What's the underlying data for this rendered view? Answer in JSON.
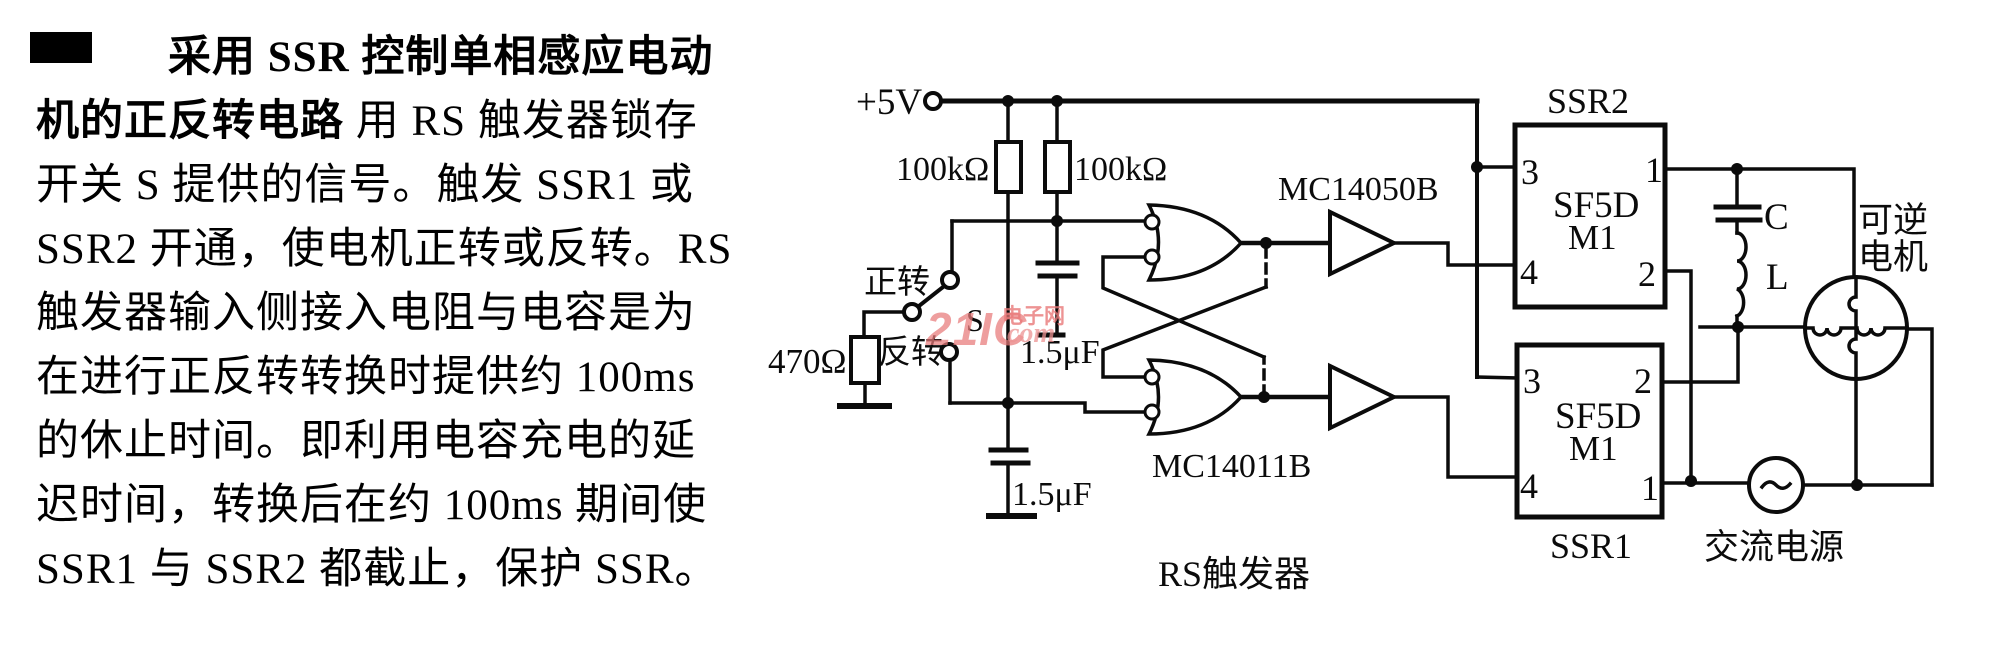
{
  "article": {
    "lines": [
      {
        "bold": "采用 SSR 控制单相感应电动",
        "normal": ""
      },
      {
        "bold": "机的正反转电路",
        "normal": "  用 RS 触发器锁存"
      },
      {
        "bold": "",
        "normal": "开关 S 提供的信号。触发 SSR1 或"
      },
      {
        "bold": "",
        "normal": "SSR2 开通，使电机正转或反转。RS"
      },
      {
        "bold": "",
        "normal": "触发器输入侧接入电阻与电容是为"
      },
      {
        "bold": "",
        "normal": "在进行正反转转换时提供约 100ms"
      },
      {
        "bold": "",
        "normal": "的休止时间。即利用电容充电的延"
      },
      {
        "bold": "",
        "normal": "迟时间，转换后在约 100ms 期间使"
      },
      {
        "bold": "",
        "normal": "SSR1 与 SSR2 都截止，保护 SSR。"
      }
    ]
  },
  "circuit": {
    "supply_label": "+5V",
    "pullup_resistor_1": "100kΩ",
    "pullup_resistor_2": "100kΩ",
    "series_resistor": "470Ω",
    "cap1_label": "1.5μF",
    "cap2_label": "1.5μF",
    "switch_forward": "正转",
    "switch_reverse": "反转",
    "switch_name": "S",
    "buffer_ic": "MC14050B",
    "gate_ic": "MC14011B",
    "caption": "RS触发器",
    "ssr2": {
      "name": "SSR2",
      "part_line1": "SF5D",
      "part_line2": "M1",
      "pin_top_left": "3",
      "pin_bottom_left": "4",
      "pin_top_right": "1",
      "pin_bottom_right": "2"
    },
    "ssr1": {
      "name": "SSR1",
      "part_line1": "SF5D",
      "part_line2": "M1",
      "pin_top_left": "3",
      "pin_bottom_left": "4",
      "pin_top_right": "2",
      "pin_bottom_right": "1"
    },
    "phase_cap_label": "C",
    "inductor_label": "L",
    "motor_label_line1": "可逆",
    "motor_label_line2": "电机",
    "ac_source_label": "交流电源",
    "ink_color": "#0b0b0b"
  },
  "watermark": {
    "brand": "21IC",
    "site": "电子网",
    "suffix": ".com",
    "color": "#e87878"
  }
}
